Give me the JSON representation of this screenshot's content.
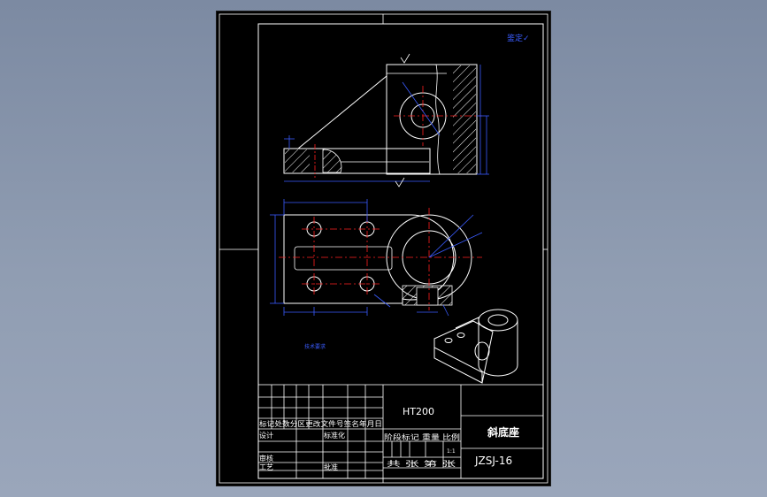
{
  "drawing": {
    "approval_mark": "鉴定✓",
    "tech_note": "技术要求",
    "material": "HT200",
    "part_name": "斜底座",
    "drawing_number": "JZSJ-16",
    "scale": "1:1",
    "title_block": {
      "revision_header": "标记处数分区更改文件号签名年月日",
      "designer_label": "设计",
      "standardization_label": "标准化",
      "stage_header": "阶段标记 重量 比例",
      "reviewer_label": "审核",
      "process_label": "工艺",
      "approval_label": "批准",
      "sheets_label": "共 张 第 张"
    }
  },
  "colors": {
    "outline": "#ffffff",
    "dimension": "#3a5cff",
    "centerline": "#ff2020",
    "hatch": "#ffffff",
    "background": "#000000"
  }
}
